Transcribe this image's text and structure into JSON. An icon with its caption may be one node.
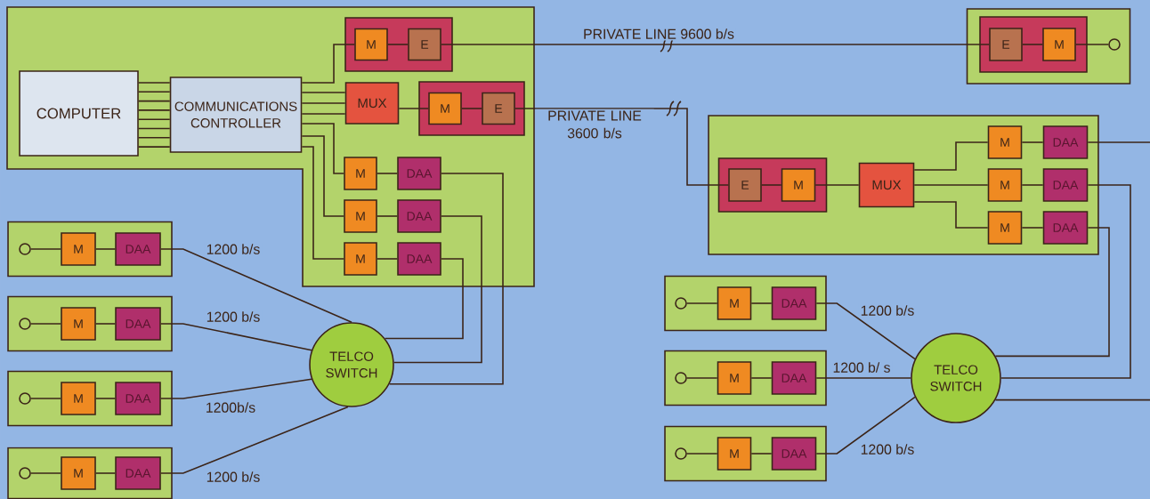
{
  "diagram": {
    "nodes": [
      {
        "text": [],
        "shape": "box"
      },
      {
        "text": [
          "COMPUTER"
        ],
        "in": 0
      },
      {
        "text": [
          "COMMUNICATIONS CONTROLLER"
        ],
        "in": 0
      },
      {
        "text": [],
        "shape": "box",
        "in": 0
      },
      {
        "text": [
          "M"
        ],
        "in": 3
      },
      {
        "text": [
          "E"
        ],
        "in": 3
      },
      {
        "text": [
          "MUX"
        ],
        "in": 0
      },
      {
        "text": [],
        "shape": "box",
        "in": 0
      },
      {
        "text": [
          "M"
        ],
        "in": 7
      },
      {
        "text": [
          "E"
        ],
        "in": 7
      },
      {
        "text": [
          "M"
        ],
        "in": 0
      },
      {
        "text": [
          "DAA"
        ],
        "in": 0
      },
      {
        "text": [
          "M"
        ],
        "in": 0
      },
      {
        "text": [
          "DAA"
        ],
        "in": 0
      },
      {
        "text": [
          "M"
        ],
        "in": 0
      },
      {
        "text": [
          "DAA"
        ],
        "in": 0
      },
      {
        "text": [],
        "shape": "box"
      },
      {
        "text": [],
        "shape": "box",
        "in": 16
      },
      {
        "text": [
          "E"
        ],
        "in": 17
      },
      {
        "text": [
          "M"
        ],
        "in": 17
      },
      {
        "text": [],
        "shape": "circle",
        "in": 16
      },
      {
        "text": [],
        "shape": "box"
      },
      {
        "text": [],
        "shape": "box",
        "in": 21
      },
      {
        "text": [
          "E"
        ],
        "in": 22
      },
      {
        "text": [
          "M"
        ],
        "in": 22
      },
      {
        "text": [
          "MUX"
        ],
        "in": 21
      },
      {
        "text": [
          "M"
        ],
        "in": 21
      },
      {
        "text": [
          "DAA"
        ],
        "in": 21
      },
      {
        "text": [
          "M"
        ],
        "in": 21
      },
      {
        "text": [
          "DAA"
        ],
        "in": 21
      },
      {
        "text": [
          "M"
        ],
        "in": 21
      },
      {
        "text": [
          "DAA"
        ],
        "in": 21
      },
      {
        "text": [
          "TELCO SWITCH"
        ]
      },
      {
        "text": [],
        "shape": "box"
      },
      {
        "text": [],
        "shape": "circle",
        "in": 33
      },
      {
        "text": [
          "M"
        ],
        "in": 33
      },
      {
        "text": [
          "DAA"
        ],
        "in": 33
      },
      {
        "text": [],
        "shape": "box"
      },
      {
        "text": [],
        "shape": "circle",
        "in": 37
      },
      {
        "text": [
          "M"
        ],
        "in": 37
      },
      {
        "text": [
          "DAA"
        ],
        "in": 37
      },
      {
        "text": [],
        "shape": "box"
      },
      {
        "text": [],
        "shape": "circle",
        "in": 41
      },
      {
        "text": [
          "M"
        ],
        "in": 41
      },
      {
        "text": [
          "DAA"
        ],
        "in": 41
      },
      {
        "text": [],
        "shape": "box"
      },
      {
        "text": [],
        "shape": "circle",
        "in": 45
      },
      {
        "text": [
          "M"
        ],
        "in": 45
      },
      {
        "text": [
          "DAA"
        ],
        "in": 45
      },
      {
        "text": [
          "TELCO SWITCH"
        ]
      },
      {
        "text": [],
        "shape": "box"
      },
      {
        "text": [],
        "shape": "circle",
        "in": 50
      },
      {
        "text": [
          "M"
        ],
        "in": 50
      },
      {
        "text": [
          "DAA"
        ],
        "in": 50
      },
      {
        "text": [],
        "shape": "box"
      },
      {
        "text": [],
        "shape": "circle",
        "in": 54
      },
      {
        "text": [
          "M"
        ],
        "in": 54
      },
      {
        "text": [
          "DAA"
        ],
        "in": 54
      },
      {
        "text": [],
        "shape": "box"
      },
      {
        "text": [],
        "shape": "circle",
        "in": 58
      },
      {
        "text": [
          "M"
        ],
        "in": 58
      },
      {
        "text": [
          "DAA"
        ],
        "in": 58
      }
    ],
    "edges": [
      {
        "from": 1,
        "to": 2,
        "arrow": "none"
      },
      {
        "from": 1,
        "to": 2,
        "arrow": "none"
      },
      {
        "from": 1,
        "to": 2,
        "arrow": "none"
      },
      {
        "from": 1,
        "to": 2,
        "arrow": "none"
      },
      {
        "from": 1,
        "to": 2,
        "arrow": "none"
      },
      {
        "from": 1,
        "to": 2,
        "arrow": "none"
      },
      {
        "from": 1,
        "to": 2,
        "arrow": "none"
      },
      {
        "from": 1,
        "to": 2,
        "arrow": "none"
      },
      {
        "from": 2,
        "to": 4,
        "arrow": "none"
      },
      {
        "from": 2,
        "to": 6,
        "arrow": "none"
      },
      {
        "from": 2,
        "to": 6,
        "arrow": "none"
      },
      {
        "from": 2,
        "to": 6,
        "arrow": "none"
      },
      {
        "from": 2,
        "to": 10,
        "arrow": "none"
      },
      {
        "from": 2,
        "to": 12,
        "arrow": "none"
      },
      {
        "from": 2,
        "to": 14,
        "arrow": "none"
      },
      {
        "from": 4,
        "to": 5,
        "arrow": "none"
      },
      {
        "from": 6,
        "to": 8,
        "arrow": "none"
      },
      {
        "from": 8,
        "to": 9,
        "arrow": "none"
      },
      {
        "from": 10,
        "to": 11,
        "arrow": "none"
      },
      {
        "from": 12,
        "to": 13,
        "arrow": "none"
      },
      {
        "from": 14,
        "to": 15,
        "arrow": "none"
      },
      {
        "from": 5,
        "to": 18,
        "arrow": "none",
        "label": "PRIVATE LINE 9600 b/s"
      },
      {
        "from": 9,
        "to": 23,
        "arrow": "none",
        "label": "PRIVATE LINE 3600 b/s"
      },
      {
        "from": 18,
        "to": 19,
        "arrow": "none"
      },
      {
        "from": 19,
        "to": 20,
        "arrow": "none"
      },
      {
        "from": 23,
        "to": 24,
        "arrow": "none"
      },
      {
        "from": 24,
        "to": 25,
        "arrow": "none"
      },
      {
        "from": 25,
        "to": 26,
        "arrow": "none"
      },
      {
        "from": 25,
        "to": 28,
        "arrow": "none"
      },
      {
        "from": 25,
        "to": 30,
        "arrow": "none"
      },
      {
        "from": 26,
        "to": 27,
        "arrow": "none"
      },
      {
        "from": 28,
        "to": 29,
        "arrow": "none"
      },
      {
        "from": 30,
        "to": 31,
        "arrow": "none"
      },
      {
        "from": 27,
        "to": null,
        "arrow": "none"
      },
      {
        "from": 29,
        "to": 49,
        "arrow": "none"
      },
      {
        "from": 31,
        "to": 49,
        "arrow": "none"
      },
      {
        "from": 49,
        "to": null,
        "arrow": "none"
      },
      {
        "from": 11,
        "to": 32,
        "arrow": "none"
      },
      {
        "from": 13,
        "to": 32,
        "arrow": "none"
      },
      {
        "from": 15,
        "to": 32,
        "arrow": "none"
      },
      {
        "from": 34,
        "to": 35,
        "arrow": "none"
      },
      {
        "from": 35,
        "to": 36,
        "arrow": "none"
      },
      {
        "from": 36,
        "to": 32,
        "arrow": "none",
        "label": "1200 b/s"
      },
      {
        "from": 38,
        "to": 39,
        "arrow": "none"
      },
      {
        "from": 39,
        "to": 40,
        "arrow": "none"
      },
      {
        "from": 40,
        "to": 32,
        "arrow": "none",
        "label": "1200 b/s"
      },
      {
        "from": 42,
        "to": 43,
        "arrow": "none"
      },
      {
        "from": 43,
        "to": 44,
        "arrow": "none"
      },
      {
        "from": 44,
        "to": 32,
        "arrow": "none",
        "label": "1200b/s"
      },
      {
        "from": 46,
        "to": 47,
        "arrow": "none"
      },
      {
        "from": 47,
        "to": 48,
        "arrow": "none"
      },
      {
        "from": 48,
        "to": 32,
        "arrow": "none",
        "label": "1200 b/s"
      },
      {
        "from": 51,
        "to": 52,
        "arrow": "none"
      },
      {
        "from": 52,
        "to": 53,
        "arrow": "none"
      },
      {
        "from": 53,
        "to": 49,
        "arrow": "none",
        "label": "1200 b/s"
      },
      {
        "from": 55,
        "to": 56,
        "arrow": "none"
      },
      {
        "from": 56,
        "to": 57,
        "arrow": "none"
      },
      {
        "from": 57,
        "to": 49,
        "arrow": "none",
        "label": "1200 b/ s"
      },
      {
        "from": 59,
        "to": 60,
        "arrow": "none"
      },
      {
        "from": 60,
        "to": 61,
        "arrow": "none"
      },
      {
        "from": 61,
        "to": 49,
        "arrow": "none",
        "label": "1200 b/s"
      }
    ]
  }
}
